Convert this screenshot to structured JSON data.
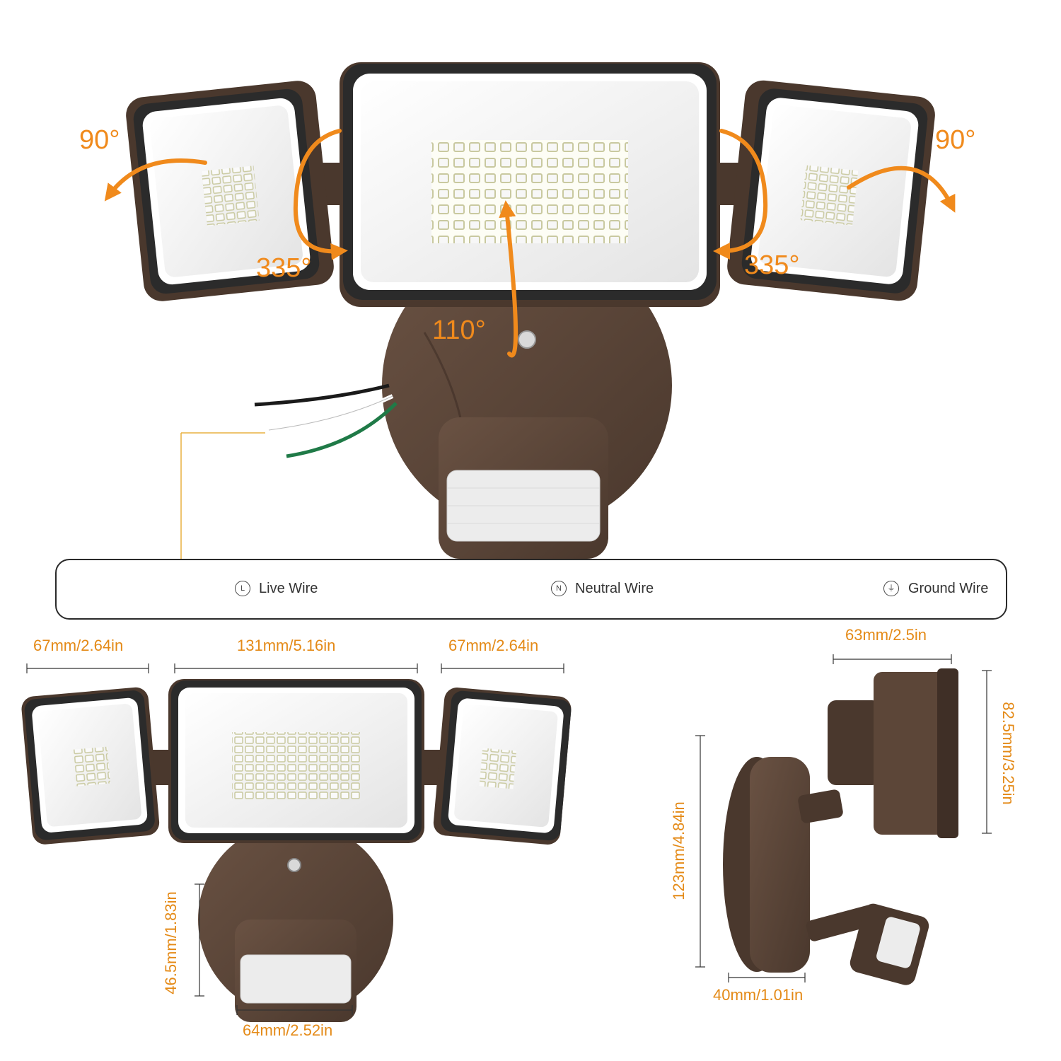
{
  "colors": {
    "housing": "#5c4638",
    "housing_dark": "#3f2f26",
    "bezel": "#2b2b2b",
    "arrow": "#f08a1c",
    "dimension": "#e48a17",
    "lens": "#f3f3f3"
  },
  "angles": {
    "left_tilt": "90°",
    "right_tilt": "90°",
    "left_rotate": "335°",
    "right_rotate": "335°",
    "center_tilt": "110°"
  },
  "wires": [
    {
      "symbol": "L",
      "label": "Live Wire",
      "color": "#1e1e1e"
    },
    {
      "symbol": "N",
      "label": "Neutral Wire",
      "color": "#d8d8d8"
    },
    {
      "symbol": "⏚",
      "label": "Ground Wire",
      "color": "#1f7a47"
    }
  ],
  "dimensions": {
    "side_head_left_width": "67mm/2.64in",
    "center_head_width": "131mm/5.16in",
    "side_head_right_width": "67mm/2.64in",
    "sensor_height": "46.5mm/1.83in",
    "sensor_width": "64mm/2.52in",
    "side_depth": "63mm/2.5in",
    "side_head_height": "82.5mm/3.25in",
    "total_height": "123mm/4.84in",
    "base_depth": "40mm/1.01in"
  }
}
